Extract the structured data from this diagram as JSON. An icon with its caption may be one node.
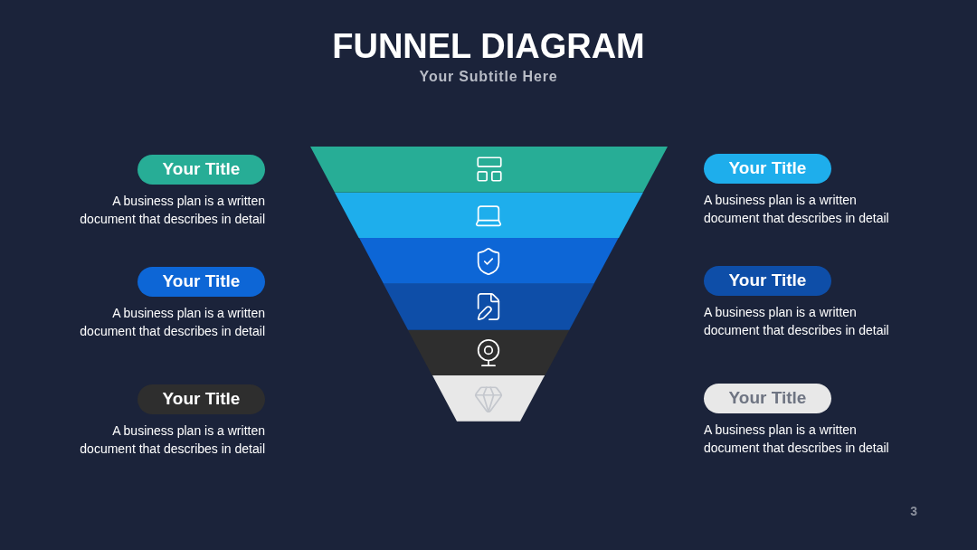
{
  "diagram": {
    "title": "FUNNEL DIAGRAM",
    "caption": "Your Subtitle Here",
    "nodes": [
      {
        "text": [],
        "shape": "trapezoid"
      },
      {
        "text": [],
        "shape": "trapezoid"
      },
      {
        "text": [],
        "shape": "trapezoid"
      },
      {
        "text": [],
        "shape": "trapezoid"
      },
      {
        "text": [],
        "shape": "trapezoid"
      },
      {
        "text": [],
        "shape": "trapezoid"
      },
      {
        "text": [
          "Your Title"
        ],
        "beside": [
          "A business plan is a written document that describes in detail"
        ]
      },
      {
        "text": [
          "Your Title"
        ],
        "beside": [
          "A business plan is a written document that describes in detail"
        ]
      },
      {
        "text": [
          "Your Title"
        ],
        "beside": [
          "A business plan is a written document that describes in detail"
        ]
      },
      {
        "text": [
          "Your Title"
        ],
        "beside": [
          "A business plan is a written document that describes in detail"
        ]
      },
      {
        "text": [
          "Your Title"
        ],
        "beside": [
          "A business plan is a written document that describes in detail"
        ]
      },
      {
        "text": [
          "Your Title"
        ],
        "beside": [
          "A business plan is a written document that describes in detail"
        ]
      }
    ],
    "labels": [
      "3"
    ]
  }
}
